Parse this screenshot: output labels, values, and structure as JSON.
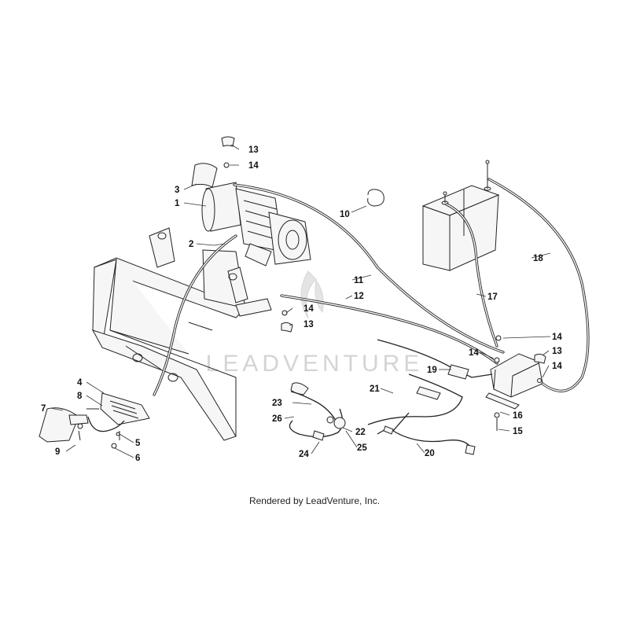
{
  "watermark": "LEADVENTURE",
  "credit": "Rendered by LeadVenture, Inc.",
  "callouts": [
    {
      "id": "c13a",
      "text": "13"
    },
    {
      "id": "c14a",
      "text": "14"
    },
    {
      "id": "c3",
      "text": "3"
    },
    {
      "id": "c1",
      "text": "1"
    },
    {
      "id": "c2",
      "text": "2"
    },
    {
      "id": "c10",
      "text": "10"
    },
    {
      "id": "c18",
      "text": "18"
    },
    {
      "id": "c11",
      "text": "11"
    },
    {
      "id": "c12",
      "text": "12"
    },
    {
      "id": "c17",
      "text": "17"
    },
    {
      "id": "c14b",
      "text": "14"
    },
    {
      "id": "c13b",
      "text": "13"
    },
    {
      "id": "c14c",
      "text": "14"
    },
    {
      "id": "c14d",
      "text": "14"
    },
    {
      "id": "c13c",
      "text": "13"
    },
    {
      "id": "c14e",
      "text": "14"
    },
    {
      "id": "c19",
      "text": "19"
    },
    {
      "id": "c4",
      "text": "4"
    },
    {
      "id": "c8",
      "text": "8"
    },
    {
      "id": "c7",
      "text": "7"
    },
    {
      "id": "c21",
      "text": "21"
    },
    {
      "id": "c23",
      "text": "23"
    },
    {
      "id": "c26",
      "text": "26"
    },
    {
      "id": "c22",
      "text": "22"
    },
    {
      "id": "c16",
      "text": "16"
    },
    {
      "id": "c15",
      "text": "15"
    },
    {
      "id": "c5",
      "text": "5"
    },
    {
      "id": "c9",
      "text": "9"
    },
    {
      "id": "c6",
      "text": "6"
    },
    {
      "id": "c24",
      "text": "24"
    },
    {
      "id": "c25",
      "text": "25"
    },
    {
      "id": "c20",
      "text": "20"
    }
  ]
}
